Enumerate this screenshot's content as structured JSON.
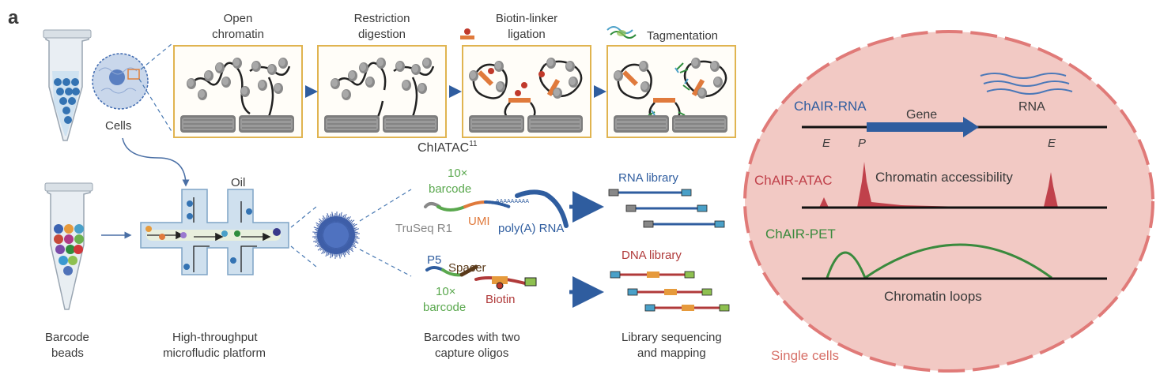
{
  "panel_letter": "a",
  "cells_label": "Cells",
  "barcode_beads_label": [
    "Barcode",
    "beads"
  ],
  "platform_label": [
    "High-throughput",
    "microfludic platform"
  ],
  "oil_label": "Oil",
  "steps": [
    {
      "lines": [
        "Open",
        "chromatin"
      ]
    },
    {
      "lines": [
        "Restriction",
        "digestion"
      ]
    },
    {
      "lines": [
        "Biotin-linker",
        "ligation"
      ]
    },
    {
      "lines": [
        "Tagmentation"
      ]
    }
  ],
  "chiatac_label": "ChIATAC",
  "chiatac_ref": "11",
  "rna_oligo": {
    "barcode_top": "10×",
    "barcode_bottom": "barcode",
    "truseq": "TruSeq R1",
    "umi": "UMI",
    "polya_tail": "AAAAAAAAA",
    "polya": "poly(A) RNA"
  },
  "dna_oligo": {
    "p5": "P5",
    "spacer": "Spacer",
    "barcode_top": "10×",
    "barcode_bottom": "barcode",
    "biotin": "Biotin"
  },
  "barcodes_caption": [
    "Barcodes with two",
    "capture oligos"
  ],
  "rna_library_label": "RNA library",
  "dna_library_label": "DNA library",
  "library_caption": [
    "Library sequencing",
    "and mapping"
  ],
  "single_cell": {
    "rna_title": "ChAIR-RNA",
    "gene_label": "Gene",
    "rna_label": "RNA",
    "e_left": "E",
    "p_label": "P",
    "e_right": "E",
    "atac_title": "ChAIR-ATAC",
    "accessibility_label": "Chromatin accessibility",
    "pet_title": "ChAIR-PET",
    "loops_label": "Chromatin loops",
    "footer": "Single cells"
  },
  "colors": {
    "frame": "#e0b450",
    "rna": "#2f5d9f",
    "atac": "#c0414b",
    "pet": "#3a8a3d",
    "cell_fill": "#f2c9c4",
    "cell_border": "#e07a78",
    "chip": "#cfe0ee",
    "bead_ball": "#3f5fa8"
  }
}
